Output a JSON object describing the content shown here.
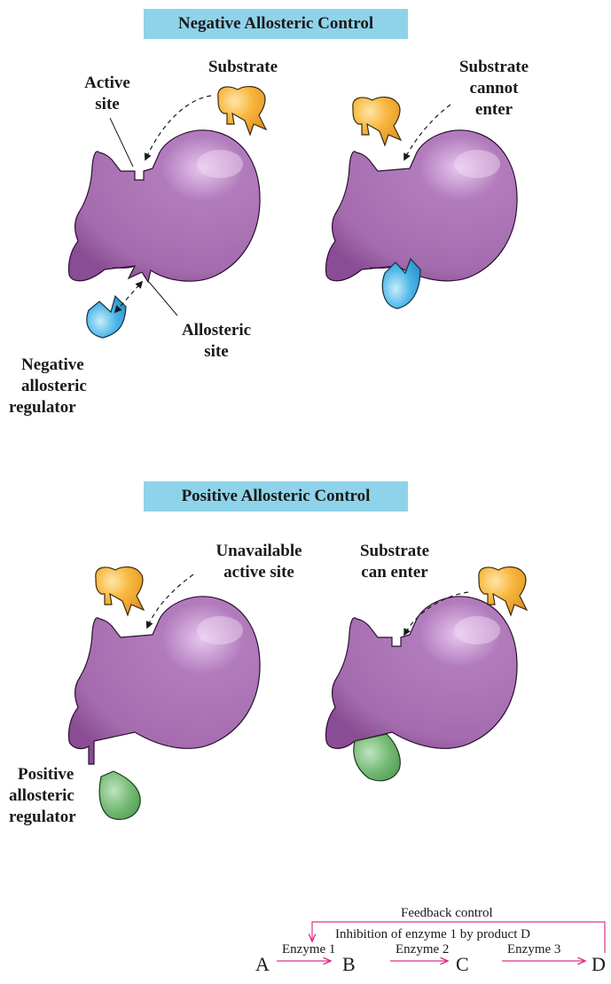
{
  "negative": {
    "title": "Negative Allosteric Control",
    "active_site": [
      "Active",
      "site"
    ],
    "substrate_left": [
      "Substrate"
    ],
    "substrate_right": [
      "Substrate",
      "cannot",
      "enter"
    ],
    "allosteric_site": [
      "Allosteric",
      "site"
    ],
    "regulator": [
      "Negative",
      "allosteric",
      "regulator"
    ]
  },
  "positive": {
    "title": "Positive Allosteric Control",
    "unavailable": [
      "Unavailable",
      "active site"
    ],
    "substrate_enter": [
      "Substrate",
      "can enter"
    ],
    "regulator": [
      "Positive",
      "allosteric",
      "regulator"
    ]
  },
  "pathway": {
    "feedback_title": "Feedback control",
    "feedback_desc": "Inhibition of enzyme 1 by product D",
    "letters": [
      "A",
      "B",
      "C",
      "D"
    ],
    "enzymes": [
      "Enzyme 1",
      "Enzyme 2",
      "Enzyme 3"
    ]
  },
  "colors": {
    "banner": "#8fd3ea",
    "enzyme": "#a870b0",
    "substrate": "#f7b43c",
    "negative_regulator": "#4ab4e6",
    "positive_regulator": "#6fb46f",
    "pathway_arrow": "#e0308a"
  }
}
